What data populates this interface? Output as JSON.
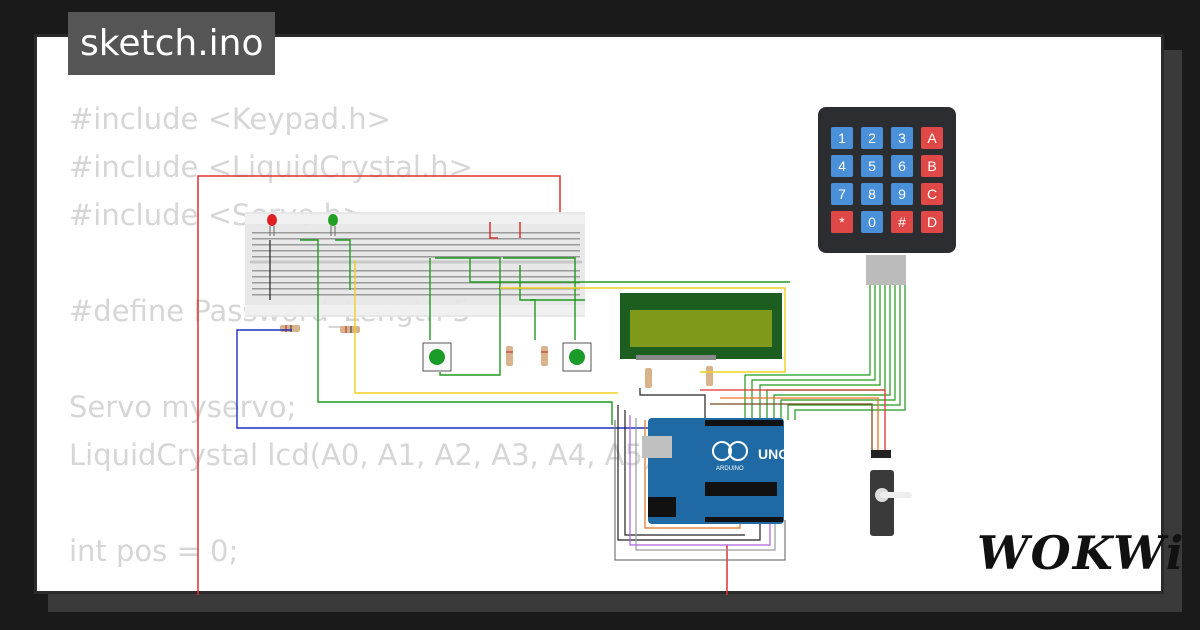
{
  "file_tab": {
    "name": "sketch.ino"
  },
  "code_lines": [
    "#include <Keypad.h>",
    "#include <LiquidCrystal.h>",
    "#include <Servo.h>",
    "",
    "#define Password_Length 5",
    "",
    "Servo myservo;",
    "LiquidCrystal lcd(A0, A1, A2, A3, A4, A5);",
    "",
    "int pos = 0;"
  ],
  "keypad": {
    "keys": [
      "1",
      "2",
      "3",
      "A",
      "4",
      "5",
      "6",
      "B",
      "7",
      "8",
      "9",
      "C",
      "*",
      "0",
      "#",
      "D"
    ]
  },
  "arduino": {
    "label_uno": "UNO",
    "label_brand": "ARDUINO"
  },
  "brand": {
    "logo": "WOKWi"
  },
  "colors": {
    "keypad_body": "#2b2d30",
    "key_blue": "#4a90d9",
    "key_red": "#e04848",
    "arduino_board": "#1f6aa5",
    "lcd_screen": "#7f9a1a",
    "lcd_frame": "#1b5e20",
    "button_green": "#1a9b2a"
  }
}
